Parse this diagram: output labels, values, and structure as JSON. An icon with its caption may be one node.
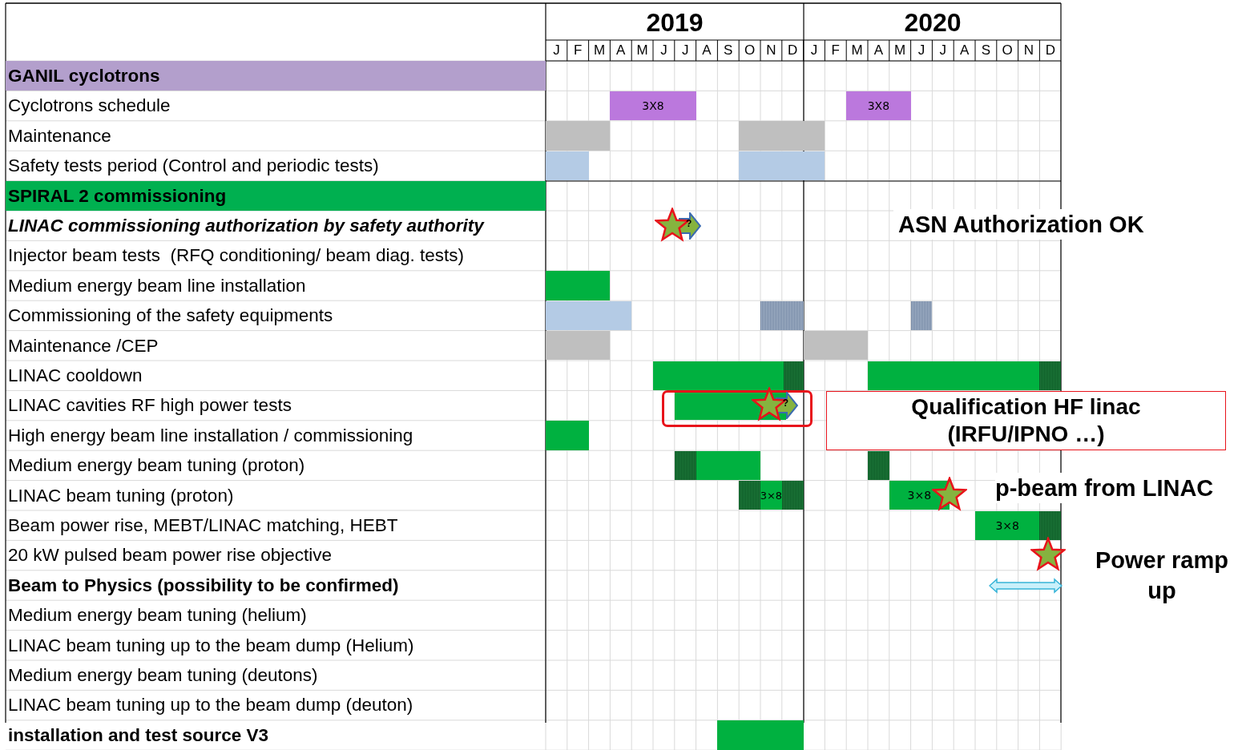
{
  "diagram": {
    "nodes": [
      {
        "text": [
          "GANIL cyclotrons"
        ]
      },
      {
        "text": [
          "3X8"
        ]
      },
      {
        "text": [
          "3X8"
        ]
      },
      {
        "text": [],
        "shape": "bar"
      },
      {
        "text": [],
        "shape": "bar"
      },
      {
        "text": [],
        "shape": "bar"
      },
      {
        "text": [],
        "shape": "bar"
      },
      {
        "text": [
          "SPIRAL 2 commissioning"
        ]
      },
      {
        "text": [],
        "shape": "bar"
      },
      {
        "text": [],
        "shape": "bar"
      },
      {
        "text": [],
        "shape": "bar"
      },
      {
        "text": [],
        "shape": "bar"
      },
      {
        "text": [],
        "shape": "bar"
      },
      {
        "text": [],
        "shape": "bar"
      },
      {
        "text": [],
        "shape": "bar"
      },
      {
        "text": [],
        "shape": "bar"
      },
      {
        "text": [],
        "shape": "bar"
      },
      {
        "text": [],
        "shape": "bar"
      },
      {
        "text": [],
        "shape": "bar"
      },
      {
        "text": [
          "Qualification HF linac (IRFU/IPNO …)"
        ]
      },
      {
        "text": [],
        "shape": "bar"
      },
      {
        "text": [],
        "shape": "bar"
      },
      {
        "text": [],
        "shape": "bar"
      },
      {
        "text": [],
        "shape": "bar"
      },
      {
        "text": [],
        "shape": "bar"
      },
      {
        "text": [
          "3×8"
        ]
      },
      {
        "text": [],
        "shape": "bar"
      },
      {
        "text": [
          "3×8"
        ]
      },
      {
        "text": [
          "3×8"
        ]
      },
      {
        "text": [],
        "shape": "bar"
      },
      {
        "text": [],
        "shape": "bar"
      }
    ],
    "labels": [
      "2019",
      "2020",
      "J",
      "F",
      "M",
      "A",
      "M",
      "J",
      "J",
      "A",
      "S",
      "O",
      "N",
      "D",
      "J",
      "F",
      "M",
      "A",
      "M",
      "J",
      "J",
      "A",
      "S",
      "O",
      "N",
      "D",
      "Cyclotrons schedule",
      "Maintenance",
      "Safety tests period (Control and periodic tests)",
      "LINAC commissioning authorization by safety authority",
      "?",
      "ASN Authorization OK",
      "Injector beam tests  (RFQ conditioning/ beam diag. tests)",
      "Medium energy beam line installation",
      "Commissioning of the safety equipments",
      "Maintenance /CEP",
      "LINAC cooldown",
      "LINAC cavities RF high power tests",
      "?",
      "High energy beam line installation / commissioning",
      "Medium energy beam tuning (proton)",
      "LINAC beam tuning (proton)",
      "p-beam from LINAC",
      "Beam power rise, MEBT/LINAC matching, HEBT",
      "20 kW pulsed beam power rise objective",
      "Power ramp up",
      "Beam to Physics (possibility to be confirmed)",
      "Medium energy beam tuning (helium)",
      "LINAC beam tuning up to the beam dump (Helium)",
      "Medium energy beam tuning (deutons)",
      "LINAC beam tuning up to the beam dump (deuton)",
      "installation and test source V3"
    ]
  }
}
